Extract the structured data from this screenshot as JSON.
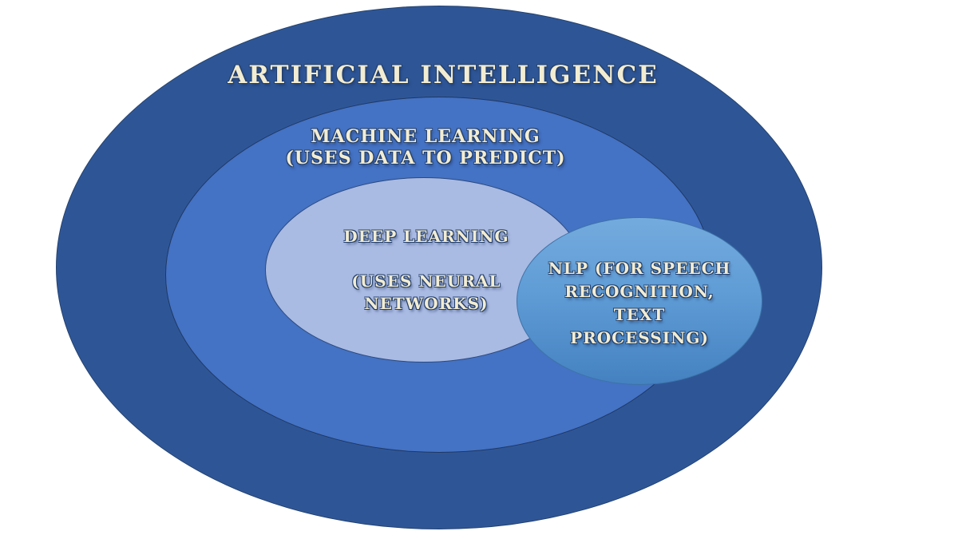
{
  "title": {
    "text": "ARTIFICIAL INTELLIGENCE"
  },
  "machine_learning": {
    "line1": "MACHINE LEARNING",
    "line2": "(USES DATA TO PREDICT)"
  },
  "deep_learning": {
    "line1": "DEEP LEARNING",
    "line2": "(USES NEURAL",
    "line3": "NETWORKS)"
  },
  "nlp": {
    "line1": "NLP (FOR SPEECH",
    "line2": "RECOGNITION,",
    "line3": "TEXT",
    "line4": "PROCESSING)"
  },
  "colors": {
    "background": "#FFFFFF",
    "outer_ellipse": "#2E5697",
    "middle_ellipse": "#4472C4",
    "deep_ellipse": "#A9BAE3",
    "nlp_top": "#74ABDE",
    "nlp_bottom": "#4481C0",
    "text": "#F2ECD2",
    "text_outline": "#233F6B"
  }
}
